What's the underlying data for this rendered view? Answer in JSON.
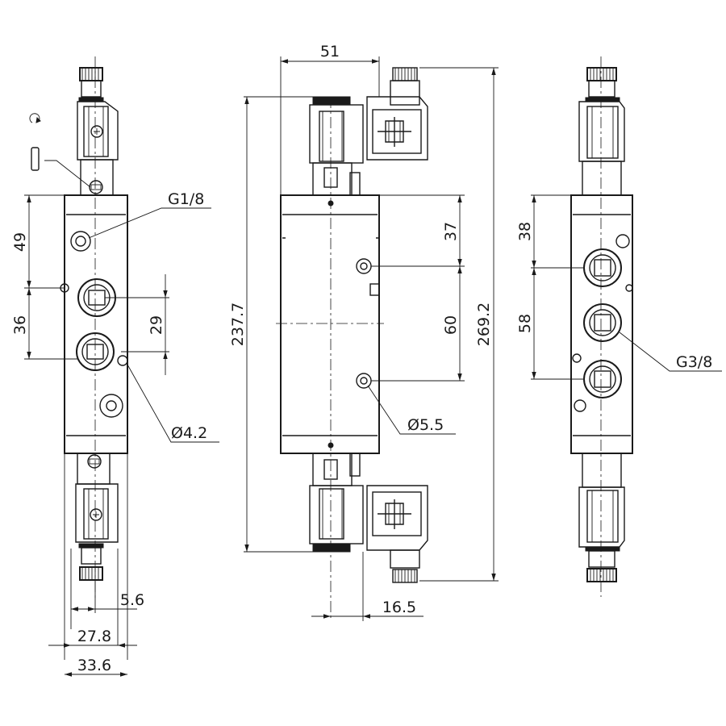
{
  "dimensions": {
    "d51": "51",
    "d237_7": "237.7",
    "d269_2": "269.2",
    "d37": "37",
    "d60": "60",
    "d49": "49",
    "d36": "36",
    "d29": "29",
    "d38": "38",
    "d58": "58",
    "d5_6": "5.6",
    "d27_8": "27.8",
    "d33_6": "33.6",
    "d16_5": "16.5"
  },
  "callouts": {
    "g18": "G1/8",
    "g38": "G3/8",
    "hole_4_2": "Ø4.2",
    "hole_5_5": "Ø5.5"
  }
}
